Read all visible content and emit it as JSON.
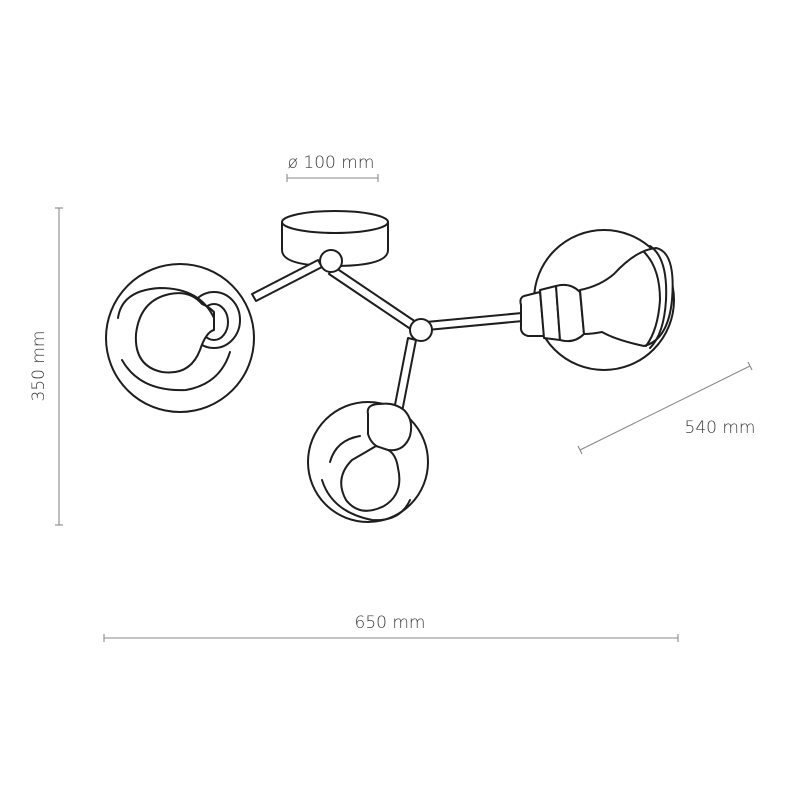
{
  "dimensions": {
    "diameter_label": "ø 100 mm",
    "height_label": "350 mm",
    "depth_label": "540 mm",
    "width_label": "650 mm"
  }
}
